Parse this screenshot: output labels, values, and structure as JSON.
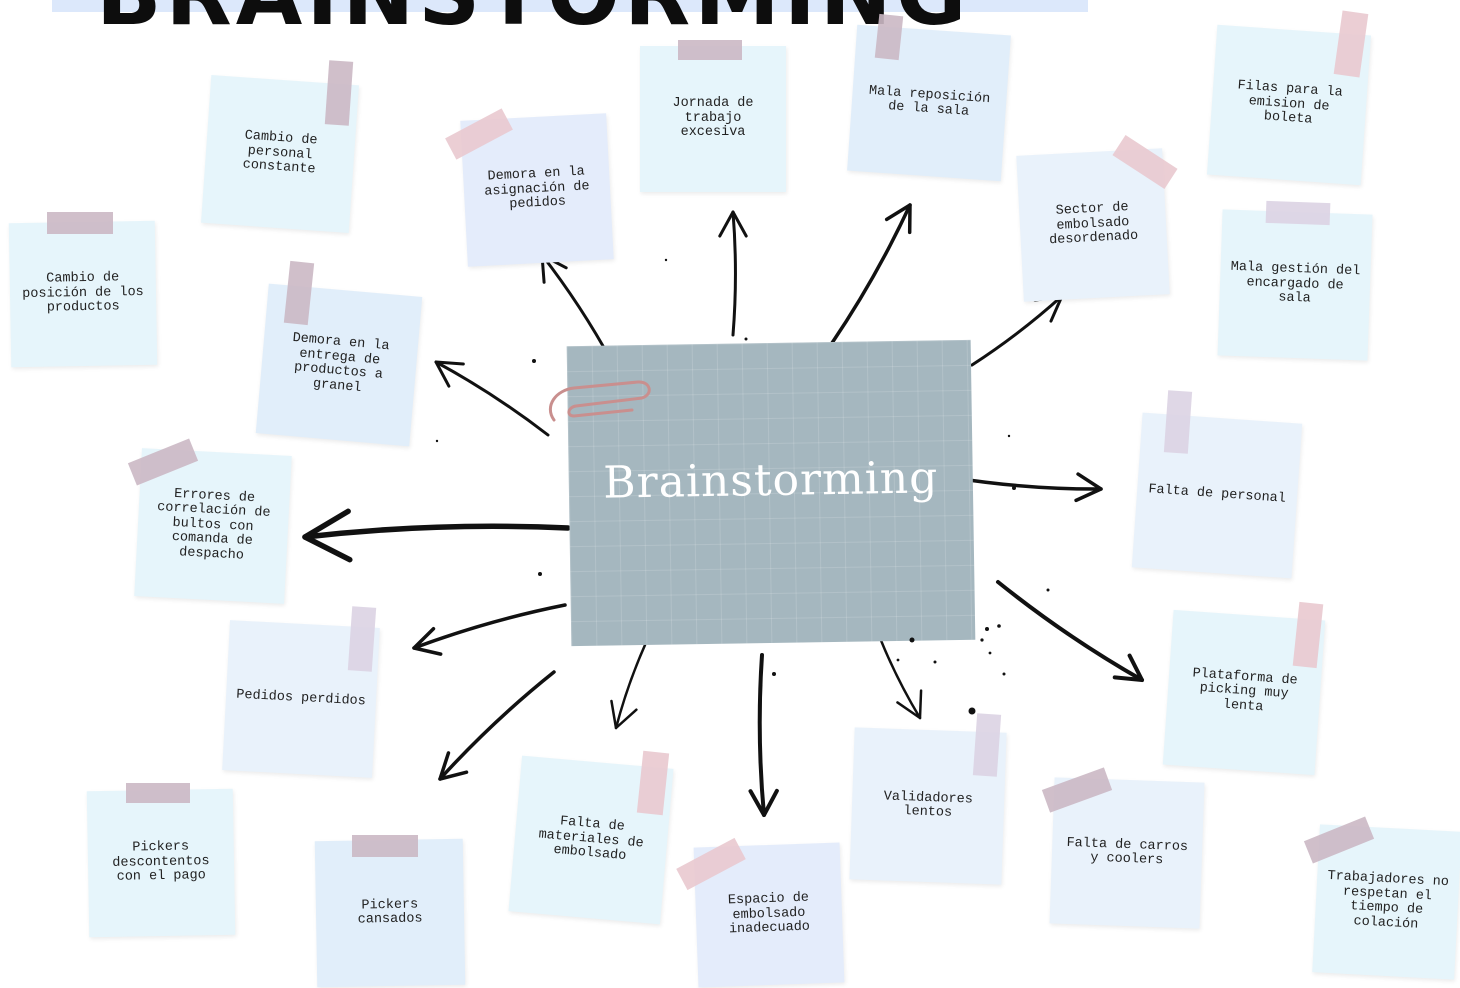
{
  "header": {
    "title": "BRAINSTORMING"
  },
  "center": {
    "title": "Brainstorming"
  },
  "notes": [
    {
      "id": "n0",
      "text": "Cambio de personal constante"
    },
    {
      "id": "n1",
      "text": "Demora en la asignación de pedidos"
    },
    {
      "id": "n2",
      "text": "Jornada de trabajo excesiva"
    },
    {
      "id": "n3",
      "text": "Mala reposición de la sala"
    },
    {
      "id": "n4",
      "text": "Filas para la emision de boleta"
    },
    {
      "id": "n5",
      "text": "Cambio de posición de los productos"
    },
    {
      "id": "n6",
      "text": "Demora en la entrega de productos a granel"
    },
    {
      "id": "n7",
      "text": "Sector de embolsado desordenado"
    },
    {
      "id": "n8",
      "text": "Mala gestión del encargado de sala"
    },
    {
      "id": "n9",
      "text": "Errores de correlación de bultos con comanda de despacho"
    },
    {
      "id": "n10",
      "text": "Falta de personal"
    },
    {
      "id": "n11",
      "text": "Pedidos perdidos"
    },
    {
      "id": "n12",
      "text": "Plataforma de picking muy lenta"
    },
    {
      "id": "n13",
      "text": "Validadores lentos"
    },
    {
      "id": "n14",
      "text": "Pickers descontentos con el pago"
    },
    {
      "id": "n15",
      "text": "Falta de materiales de embolsado"
    },
    {
      "id": "n16",
      "text": "Falta de carros y coolers"
    },
    {
      "id": "n17",
      "text": "Pickers cansados"
    },
    {
      "id": "n18",
      "text": "Espacio de embolsado inadecuado"
    },
    {
      "id": "n19",
      "text": "Trabajadores no respetan el tiempo de colación"
    }
  ],
  "colors": {
    "ink": "#111111",
    "center_fill": "#a5b7bf",
    "note_fills": [
      "#e6f5fb",
      "#e1eefa",
      "#e4ecfb",
      "#e9f2fb"
    ],
    "tape_pink": "#e9c9cf",
    "tape_mauve": "#cbb8c4",
    "tape_lilac": "#dcd3e3",
    "banner": "#dce8fb"
  }
}
